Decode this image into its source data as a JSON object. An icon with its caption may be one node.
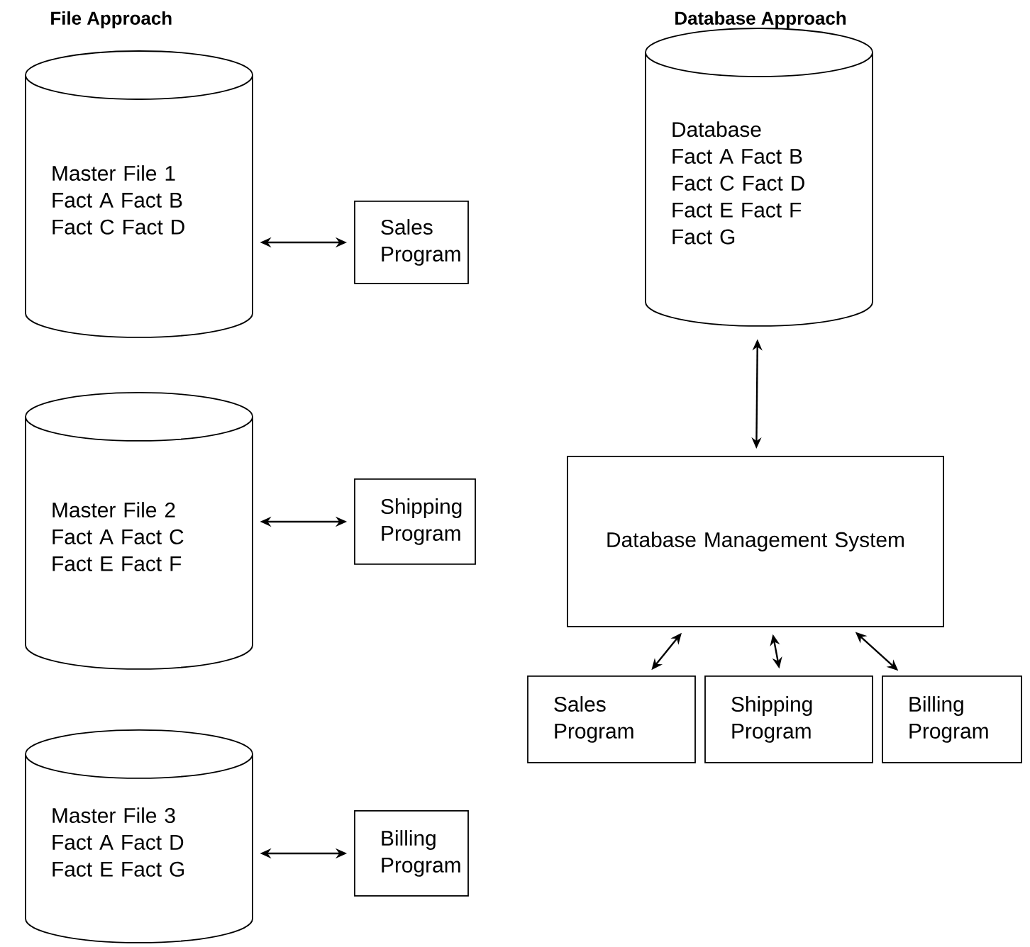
{
  "diagram": {
    "nodes": [
      {
        "text": [
          "Master File 1",
          "Fact A Fact B",
          "Fact C Fact D"
        ]
      },
      {
        "text": [
          "Sales Program"
        ]
      },
      {
        "text": [
          "Master File 2",
          "Fact A Fact C",
          "Fact E Fact F"
        ]
      },
      {
        "text": [
          "Shipping Program"
        ]
      },
      {
        "text": [
          "Master File 3",
          "Fact A Fact D",
          "Fact E Fact G"
        ]
      },
      {
        "text": [
          "Billing Program"
        ]
      },
      {
        "text": [
          "Database",
          "Fact A Fact B",
          "Fact C Fact D",
          "Fact E Fact F",
          "Fact G"
        ]
      },
      {
        "text": [
          "Database Management System"
        ]
      },
      {
        "text": [
          "Sales Program"
        ]
      },
      {
        "text": [
          "Shipping Program"
        ]
      },
      {
        "text": [
          "Billing Program"
        ]
      }
    ],
    "edges": [
      {
        "from": 0,
        "to": 1,
        "arrow": "both"
      },
      {
        "from": 2,
        "to": 3,
        "arrow": "both"
      },
      {
        "from": 4,
        "to": 5,
        "arrow": "both"
      },
      {
        "from": 6,
        "to": 7,
        "arrow": "both"
      },
      {
        "from": 7,
        "to": 8,
        "arrow": "both"
      },
      {
        "from": 7,
        "to": 9,
        "arrow": "both"
      },
      {
        "from": 7,
        "to": 10,
        "arrow": "both"
      }
    ],
    "labels": [
      "File Approach",
      "Database Approach"
    ]
  }
}
